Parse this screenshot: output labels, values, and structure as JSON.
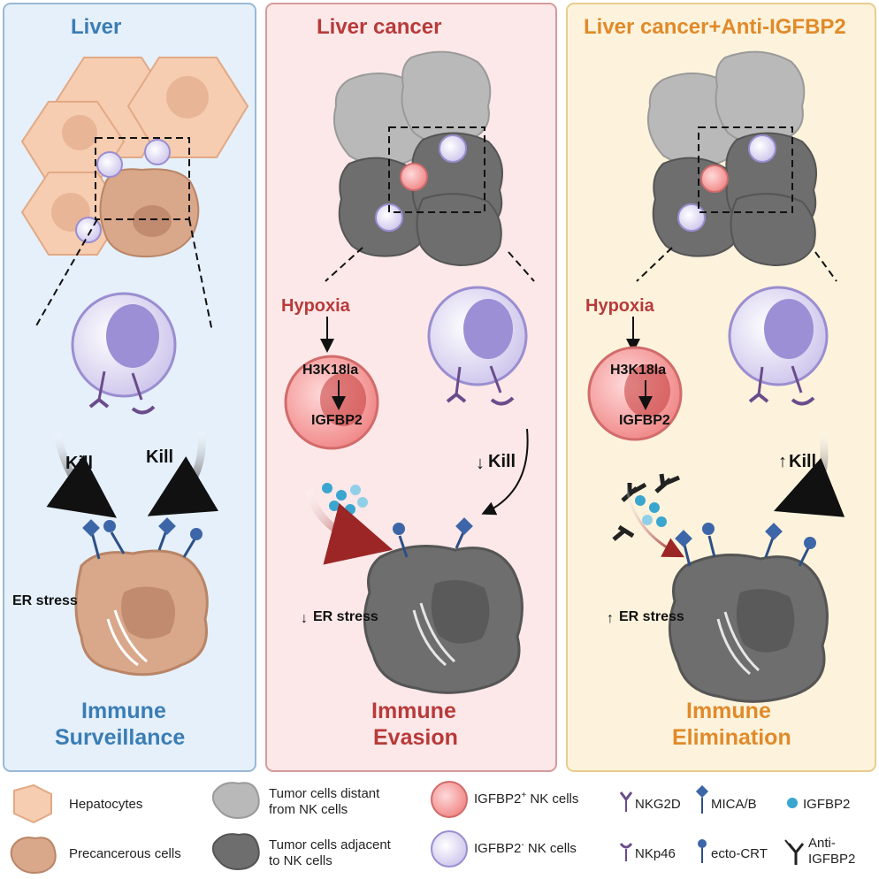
{
  "panels": [
    {
      "title": "Liver",
      "title_color": "#3a7db5",
      "bg": "#e5f0fb",
      "border": "#9ab9d6",
      "outcome_line1": "Immune",
      "outcome_line2": "Surveillance",
      "outcome_color": "#3a7db5"
    },
    {
      "title": "Liver cancer",
      "title_color": "#b83a3a",
      "bg": "#fce8e8",
      "border": "#d79a9a",
      "outcome_line1": "Immune",
      "outcome_line2": "Evasion",
      "outcome_color": "#b83a3a"
    },
    {
      "title": "Liver cancer+Anti-IGFBP2",
      "title_color": "#e08a2a",
      "bg": "#fdf3dc",
      "border": "#e8cc8f",
      "outcome_line1": "Immune",
      "outcome_line2": "Elimination",
      "outcome_color": "#e08a2a"
    }
  ],
  "annotations": {
    "kill": "Kill",
    "er_stress": "ER stress",
    "hypoxia": "Hypoxia",
    "h3k18la": "H3K18la",
    "igfbp2": "IGFBP2",
    "arrow_down": "↓",
    "arrow_up": "↑"
  },
  "legend": {
    "hepatocytes": "Hepatocytes",
    "precancerous": "Precancerous cells",
    "tumor_distant_1": "Tumor cells distant",
    "tumor_distant_2": "from NK cells",
    "tumor_adjacent_1": "Tumor cells adjacent",
    "tumor_adjacent_2": "to NK cells",
    "igfbp2_pos_name": "IGFBP2",
    "igfbp2_pos_sup": "+",
    "igfbp2_pos_rest": " NK cells",
    "igfbp2_neg_name": "IGFBP2",
    "igfbp2_neg_sup": "-",
    "igfbp2_neg_rest": " NK cells",
    "nkg2d": "NKG2D",
    "nkp46": "NKp46",
    "mica_b": "MICA/B",
    "ecto_crt": "ecto-CRT",
    "igfbp2_dot": "IGFBP2",
    "anti_igfbp2_1": "Anti-",
    "anti_igfbp2_2": "IGFBP2"
  },
  "colors": {
    "hepatocyte": "#f6cdb0",
    "precancerous": "#d9a78a",
    "tumor_light": "#b9b9b9",
    "tumor_dark": "#6e6e6e",
    "nk_pos": "#ef8f8f",
    "nk_neg": "#cfc8ec",
    "receptor": "#6a4c8c",
    "ligand": "#3d66a8",
    "igfbp2_dot": "#3aa6cf",
    "arrow_red": "#9c2626"
  }
}
